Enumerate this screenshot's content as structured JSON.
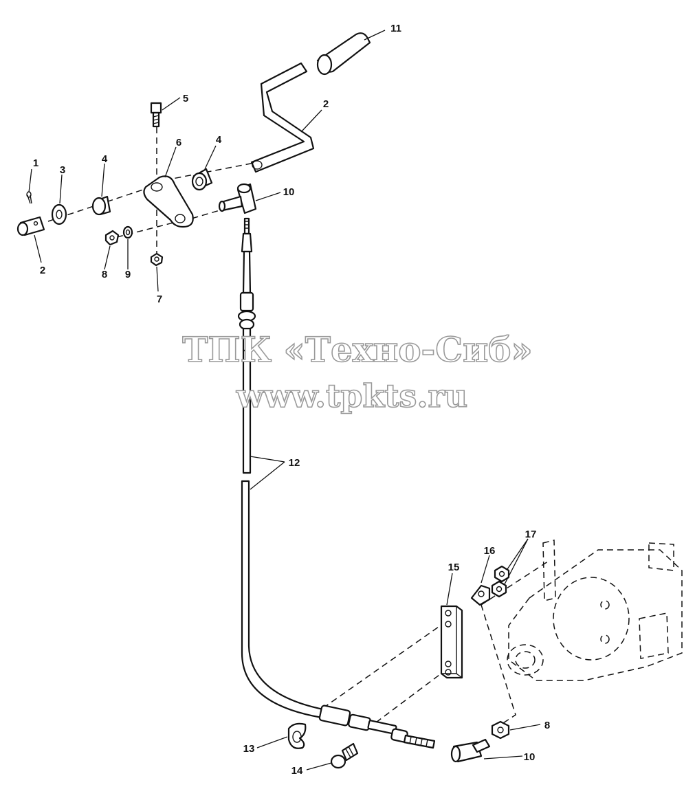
{
  "diagram": {
    "labels": [
      "1",
      "2",
      "3",
      "4",
      "4",
      "5",
      "6",
      "7",
      "8",
      "9",
      "10",
      "11",
      "2",
      "12",
      "13",
      "14",
      "10",
      "8",
      "15",
      "16",
      "17"
    ]
  },
  "watermark": {
    "line1": "ТПК «Техно-Сиб»",
    "line2": "www.tpkts.ru",
    "stroke_color": "#9a9a9a"
  },
  "colors": {
    "ink": "#111111",
    "paper": "#ffffff"
  }
}
